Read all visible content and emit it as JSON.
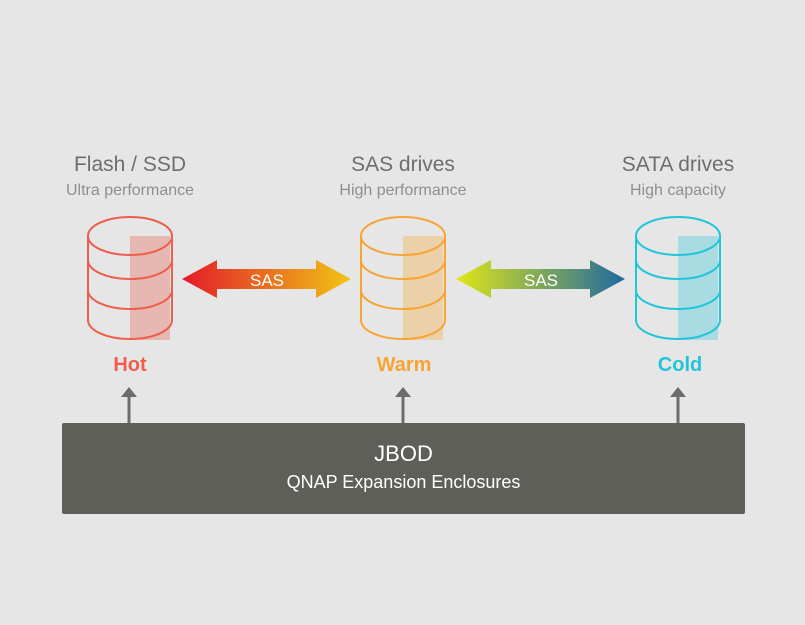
{
  "tiers": [
    {
      "name": "Flash / SSD",
      "sub": "Ultra performance",
      "temp": "Hot",
      "color": "#ee5e4c",
      "fill": "#e7b7b1"
    },
    {
      "name": "SAS drives",
      "sub": "High performance",
      "temp": "Warm",
      "color": "#f7a434",
      "fill": "#ecd1a8"
    },
    {
      "name": "SATA drives",
      "sub": "High capacity",
      "temp": "Cold",
      "color": "#21c4d8",
      "fill": "#a9dce2"
    }
  ],
  "links": [
    {
      "label": "SAS",
      "colors": [
        "#e31a2a",
        "#f0c514"
      ]
    },
    {
      "label": "SAS",
      "colors": [
        "#dfe616",
        "#1f6aa0"
      ]
    }
  ],
  "jbod": {
    "title": "JBOD",
    "subtitle": "QNAP Expansion Enclosures",
    "color": "#5f5f5a"
  },
  "connector_color": "#6c6c6c"
}
